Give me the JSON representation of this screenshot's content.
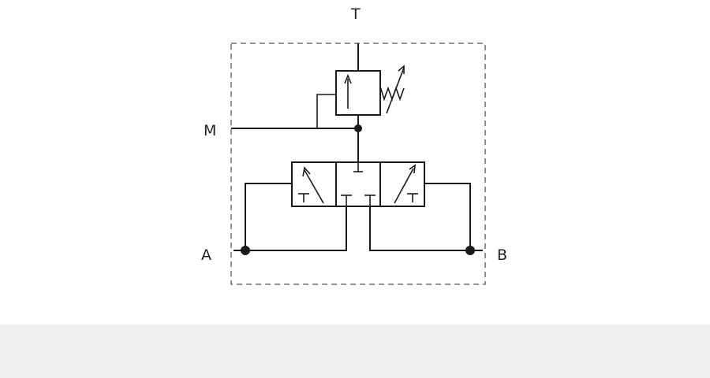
{
  "diagram": {
    "ports": {
      "t": "T",
      "m": "M",
      "a": "A",
      "b": "B"
    }
  },
  "colors": {
    "line": "#1a1a1a",
    "background": "#ffffff",
    "footer_band": "#f0f0f0"
  }
}
